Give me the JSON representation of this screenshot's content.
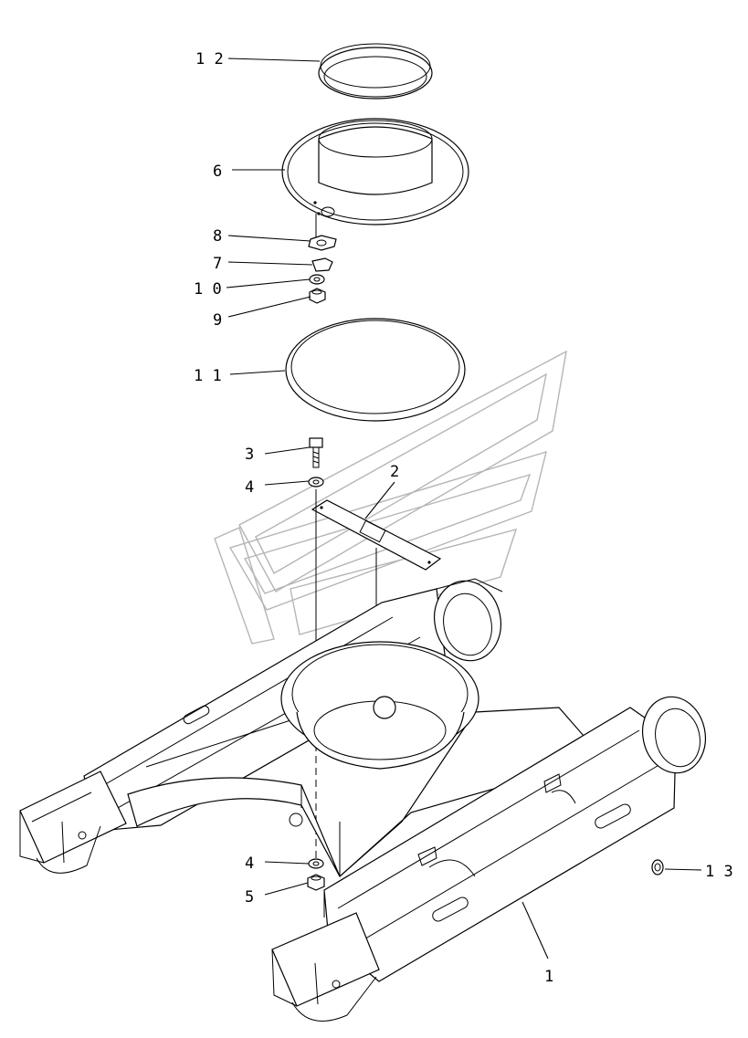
{
  "callouts": [
    {
      "id": "12",
      "text": "1 2"
    },
    {
      "id": "6",
      "text": "6"
    },
    {
      "id": "8",
      "text": "8"
    },
    {
      "id": "7",
      "text": "7"
    },
    {
      "id": "10",
      "text": "1 0"
    },
    {
      "id": "9",
      "text": "9"
    },
    {
      "id": "11",
      "text": "1 1"
    },
    {
      "id": "3",
      "text": "3"
    },
    {
      "id": "4a",
      "text": "4"
    },
    {
      "id": "2",
      "text": "2"
    },
    {
      "id": "4b",
      "text": "4"
    },
    {
      "id": "5",
      "text": "5"
    },
    {
      "id": "13",
      "text": "1 3"
    },
    {
      "id": "1",
      "text": "1"
    }
  ]
}
